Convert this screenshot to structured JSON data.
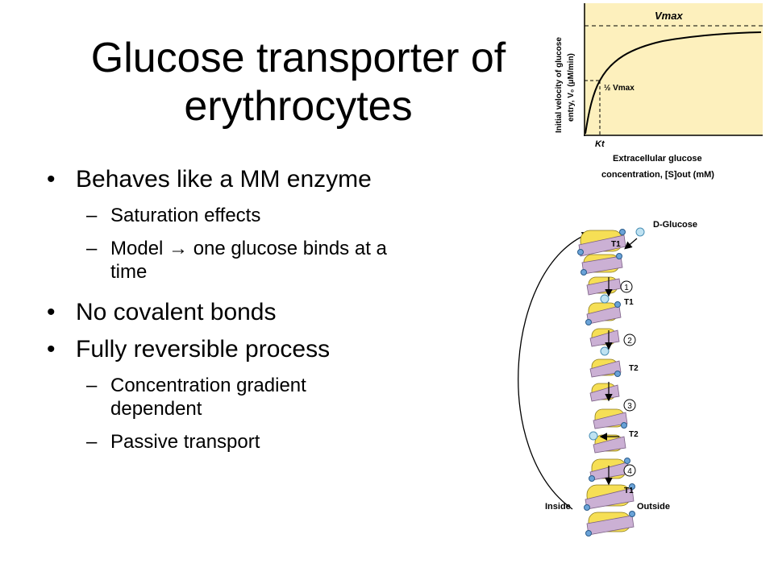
{
  "slide": {
    "title_line1": "Glucose transporter of",
    "title_line2": "erythrocytes",
    "bullets": [
      {
        "text": "Behaves like a MM enzyme",
        "subs": [
          "Saturation effects",
          "Model → one glucose binds at a time"
        ]
      },
      {
        "text": "No covalent bonds",
        "subs": []
      },
      {
        "text": "Fully reversible process",
        "subs": [
          "Concentration gradient dependent",
          "Passive transport"
        ]
      }
    ],
    "bullet_glyph": "•",
    "dash_glyph": "–"
  },
  "graph": {
    "ylabel_line1": "Initial velocity of glucose",
    "ylabel_line2": "entry, V₀ (μM/min)",
    "vmax_label": "Vmax",
    "half_vmax_label": "½ Vmax",
    "kt_label": "Kt",
    "xlabel_line1": "Extracellular glucose",
    "xlabel_line2": "concentration, [S]out (mM)",
    "bg_color": "#fdf0bd"
  },
  "diagram": {
    "glucose_label": "D-Glucose",
    "inside_label": "Inside",
    "outside_label": "Outside",
    "states": [
      "T1",
      "T1",
      "T2",
      "T2",
      "T1"
    ],
    "steps": [
      "1",
      "2",
      "3",
      "4"
    ],
    "colors": {
      "helix": "#cbb0d4",
      "lipid": "#f6df55",
      "head": "#6aa3d8",
      "glucose": "#bfe2f2"
    }
  }
}
